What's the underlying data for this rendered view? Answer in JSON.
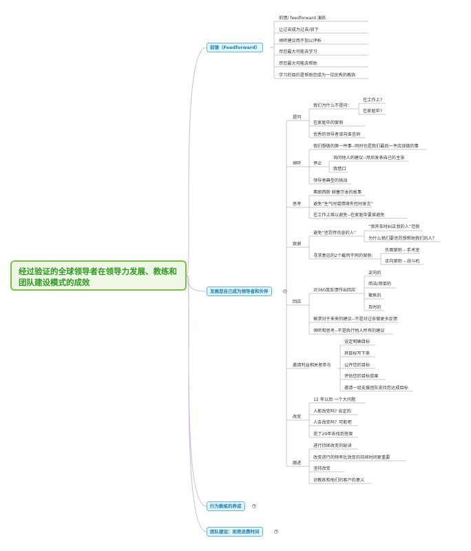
{
  "root": {
    "title_line1": "经过验证的全球领导者在领导力发展、教练和",
    "title_line2": "团队建设模式的成效"
  },
  "branches": [
    {
      "label": "前馈（Feedforward）",
      "items": [
        "前馈/ feedforward 演练",
        "让过去成为过去/放下",
        "倾听建议而不加以评析",
        "尽您最大可能去学习",
        "尽您最大可能去帮助",
        "学习的目的是帮助您成为一位优秀的教练"
      ]
    },
    {
      "label": "发展您自己成为领导者和伙伴",
      "groups": [
        {
          "label": "提问",
          "items": [
            "我们为什么不提问：",
            "在工作上?",
            "在家庭中?",
            "在家庭中的案例",
            "优秀的领导者该向谁咨询"
          ]
        },
        {
          "label": "倾听",
          "items": [
            "我们想做的第一件事--同时也是我们最后一件应该做的事",
            "停止",
            "询问他人的建议--然后发表自己的主张",
            "我借口",
            "领导者典型的挑战"
          ]
        },
        {
          "label": "思考",
          "items": [
            "弗朗西斯·赫塞尔本的故事",
            "避免“生气时或情绪失控时发言”",
            "在工作上难以避免--在家庭中要谁避免"
          ]
        },
        {
          "label": "致谢",
          "items": [
            "避免“惩罚传讯息的人”",
            "“我开车时纠正我的人”范例",
            "为什么我们要惩罚想帮助我们的人？",
            "寻求意见的2个截然不同的案例:",
            "负面案例 – 手术室",
            "正向案例 – 战斗机"
          ]
        },
        {
          "label": "回应",
          "items": [
            "对360度反馈作出回应",
            "正向的",
            "简洁/简单的",
            "聚焦的",
            "及时的",
            "徵求对于未来的建议--不是对过去做更多反馈",
            "倾听和思考--不是践行他人所有的建议"
          ]
        },
        {
          "label": "邀请利益相关者参与",
          "items": [
            "设定明确目标",
            "将目标写下来",
            "公开您的目标",
            "评估您的目标成果",
            "邀请一组支援团队支持您达成目标"
          ]
        },
        {
          "label": "改变",
          "items": [
            "12 年以后 一个大问题",
            "人能改变吗? 肯定的",
            "人会改变吗？可能吧",
            "花了29年去找到答案"
          ]
        },
        {
          "label": "跟进",
          "items": [
            "进行持续改变的秘诀",
            "改变进行的频率比改变的持续时间更重要",
            "坚持改变",
            "对教练和他们的客户的意义"
          ]
        }
      ]
    },
    {
      "label": "行为教练的养成"
    },
    {
      "label": "团队建设：拒绝浪费时间"
    }
  ],
  "expand_symbol": "+",
  "collapse_symbol": "−",
  "colors": {
    "root_border": "#7bc043",
    "root_text": "#2e9b1f",
    "branch_border": "#5ab6e6",
    "branch_text": "#1a7fb8",
    "line": "#c5b7e3",
    "sub_line": "#c7c7c7"
  }
}
